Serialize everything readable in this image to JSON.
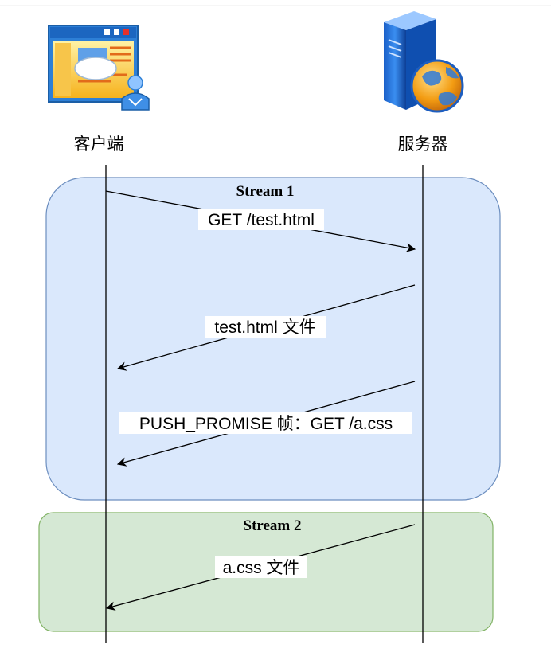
{
  "participants": {
    "client": {
      "label": "客户端",
      "icon": "browser-user-icon"
    },
    "server": {
      "label": "服务器",
      "icon": "server-globe-icon"
    }
  },
  "streams": [
    {
      "title": "Stream 1",
      "fill": "#dae8fc",
      "stroke": "#6c8ebf"
    },
    {
      "title": "Stream 2",
      "fill": "#d5e8d4",
      "stroke": "#82b366"
    }
  ],
  "messages": [
    {
      "label": "GET /test.html",
      "direction": "client-to-server"
    },
    {
      "label": "test.html 文件",
      "direction": "server-to-client"
    },
    {
      "label": "PUSH_PROMISE 帧：GET /a.css",
      "direction": "server-to-client"
    },
    {
      "label": "a.css 文件",
      "direction": "server-to-client"
    }
  ],
  "colors": {
    "line": "#000000",
    "text": "#000000"
  }
}
